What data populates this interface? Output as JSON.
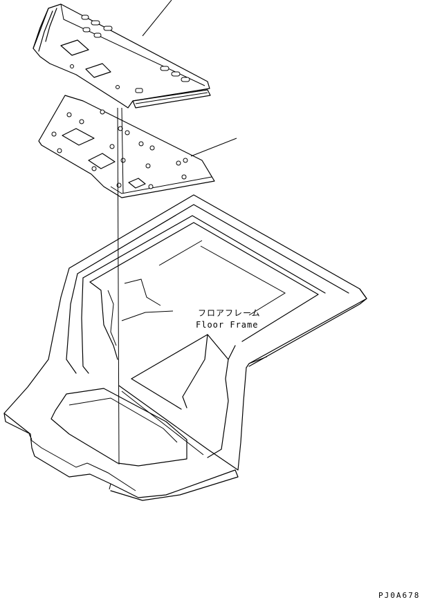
{
  "parts": {
    "floor_frame": {
      "label_jp": "フロアフレーム",
      "label_en": "Floor Frame"
    }
  },
  "drawing_id": "PJ0A678"
}
